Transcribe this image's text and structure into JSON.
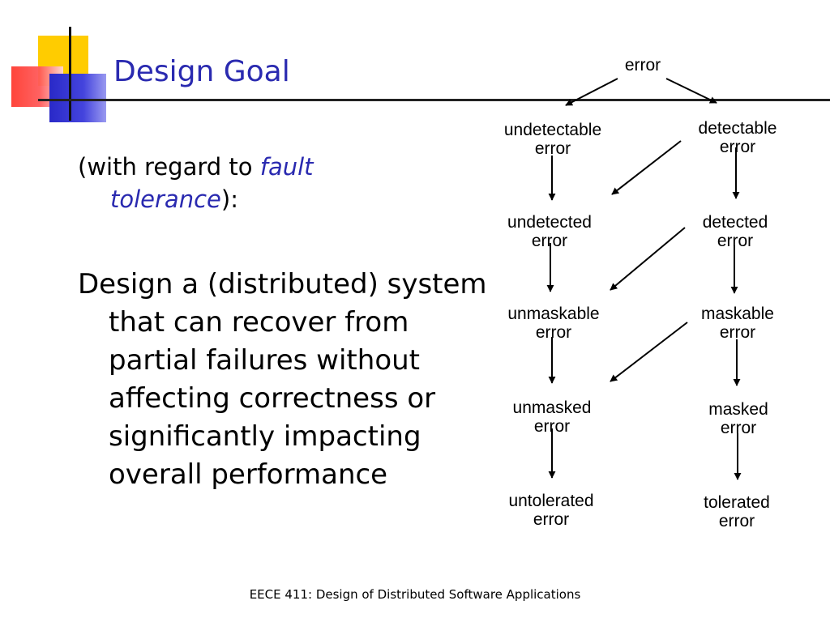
{
  "slide": {
    "title": "Design Goal",
    "subtitle_prefix": "(with regard to ",
    "subtitle_emphasis": "fault tolerance",
    "subtitle_suffix": "):",
    "body": "Design a (distributed) system that can recover from partial failures without affecting correctness or significantly impacting overall performance",
    "footer": "EECE 411: Design of Distributed Software Applications"
  },
  "diagram": {
    "nodes": [
      {
        "id": "error",
        "lines": [
          "error"
        ]
      },
      {
        "id": "undetectable",
        "lines": [
          "undetectable",
          "error"
        ]
      },
      {
        "id": "detectable",
        "lines": [
          "detectable",
          "error"
        ]
      },
      {
        "id": "undetected",
        "lines": [
          "undetected",
          "error"
        ]
      },
      {
        "id": "detected",
        "lines": [
          "detected",
          "error"
        ]
      },
      {
        "id": "unmaskable",
        "lines": [
          "unmaskable",
          "error"
        ]
      },
      {
        "id": "maskable",
        "lines": [
          "maskable",
          "error"
        ]
      },
      {
        "id": "unmasked",
        "lines": [
          "unmasked",
          "error"
        ]
      },
      {
        "id": "masked",
        "lines": [
          "masked",
          "error"
        ]
      },
      {
        "id": "untolerated",
        "lines": [
          "untolerated",
          "error"
        ]
      },
      {
        "id": "tolerated",
        "lines": [
          "tolerated",
          "error"
        ]
      }
    ],
    "edges": [
      {
        "from": "error",
        "to": "undetectable"
      },
      {
        "from": "error",
        "to": "detectable"
      },
      {
        "from": "undetectable",
        "to": "undetected"
      },
      {
        "from": "detectable",
        "to": "undetected"
      },
      {
        "from": "detectable",
        "to": "detected"
      },
      {
        "from": "undetected",
        "to": "unmaskable"
      },
      {
        "from": "detected",
        "to": "unmaskable"
      },
      {
        "from": "detected",
        "to": "maskable"
      },
      {
        "from": "unmaskable",
        "to": "unmasked"
      },
      {
        "from": "maskable",
        "to": "unmasked"
      },
      {
        "from": "maskable",
        "to": "masked"
      },
      {
        "from": "unmasked",
        "to": "untolerated"
      },
      {
        "from": "masked",
        "to": "tolerated"
      }
    ]
  }
}
